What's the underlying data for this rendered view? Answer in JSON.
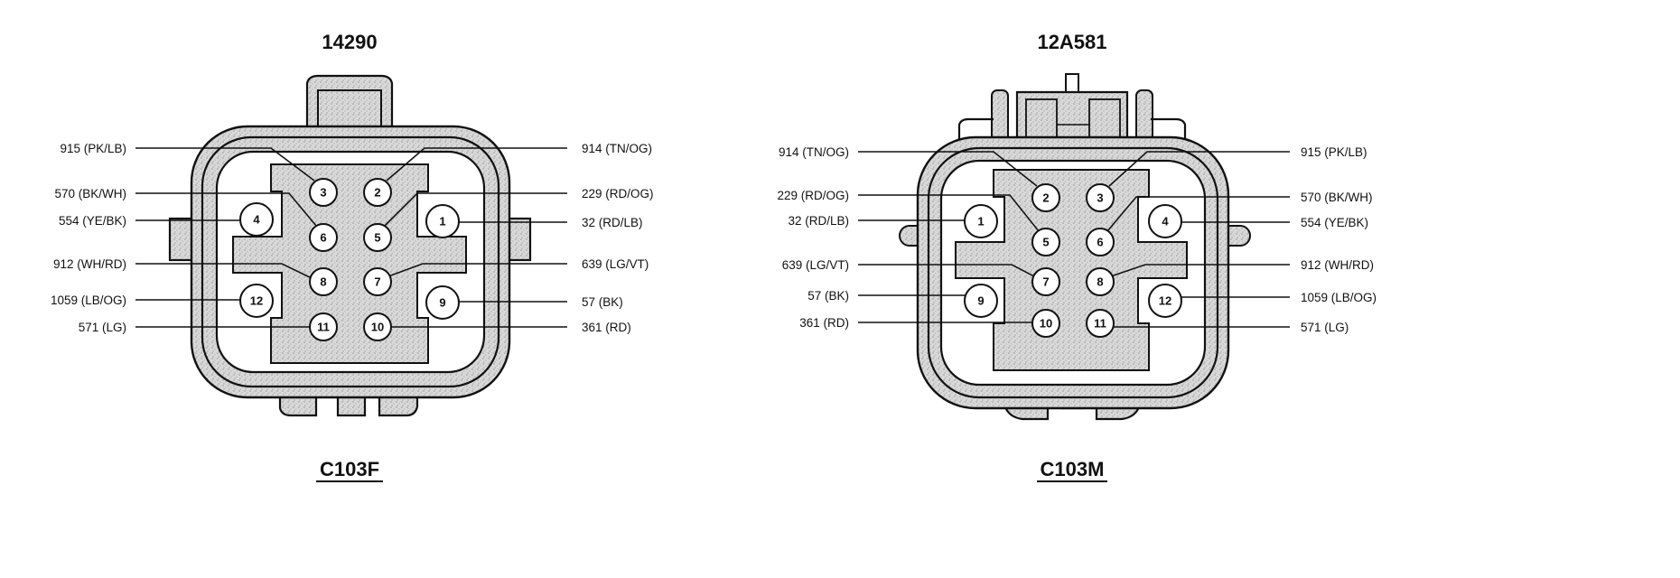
{
  "connectors": [
    {
      "part_number": "14290",
      "name": "C103F",
      "pins": [
        {
          "pin": "1",
          "wire": "32 (RD/LB)"
        },
        {
          "pin": "2",
          "wire": "914 (TN/OG)"
        },
        {
          "pin": "3",
          "wire": "915 (PK/LB)"
        },
        {
          "pin": "4",
          "wire": "554 (YE/BK)"
        },
        {
          "pin": "5",
          "wire": "229 (RD/OG)"
        },
        {
          "pin": "6",
          "wire": "570 (BK/WH)"
        },
        {
          "pin": "7",
          "wire": "639 (LG/VT)"
        },
        {
          "pin": "8",
          "wire": "912 (WH/RD)"
        },
        {
          "pin": "9",
          "wire": "57 (BK)"
        },
        {
          "pin": "10",
          "wire": "361 (RD)"
        },
        {
          "pin": "11",
          "wire": "571 (LG)"
        },
        {
          "pin": "12",
          "wire": "1059 (LB/OG)"
        }
      ]
    },
    {
      "part_number": "12A581",
      "name": "C103M",
      "pins": [
        {
          "pin": "1",
          "wire": "32 (RD/LB)"
        },
        {
          "pin": "2",
          "wire": "914 (TN/OG)"
        },
        {
          "pin": "3",
          "wire": "915 (PK/LB)"
        },
        {
          "pin": "4",
          "wire": "554 (YE/BK)"
        },
        {
          "pin": "5",
          "wire": "229 (RD/OG)"
        },
        {
          "pin": "6",
          "wire": "570 (BK/WH)"
        },
        {
          "pin": "7",
          "wire": "639 (LG/VT)"
        },
        {
          "pin": "8",
          "wire": "912 (WH/RD)"
        },
        {
          "pin": "9",
          "wire": "57 (BK)"
        },
        {
          "pin": "10",
          "wire": "361 (RD)"
        },
        {
          "pin": "11",
          "wire": "571 (LG)"
        },
        {
          "pin": "12",
          "wire": "1059 (LB/OG)"
        }
      ]
    }
  ]
}
